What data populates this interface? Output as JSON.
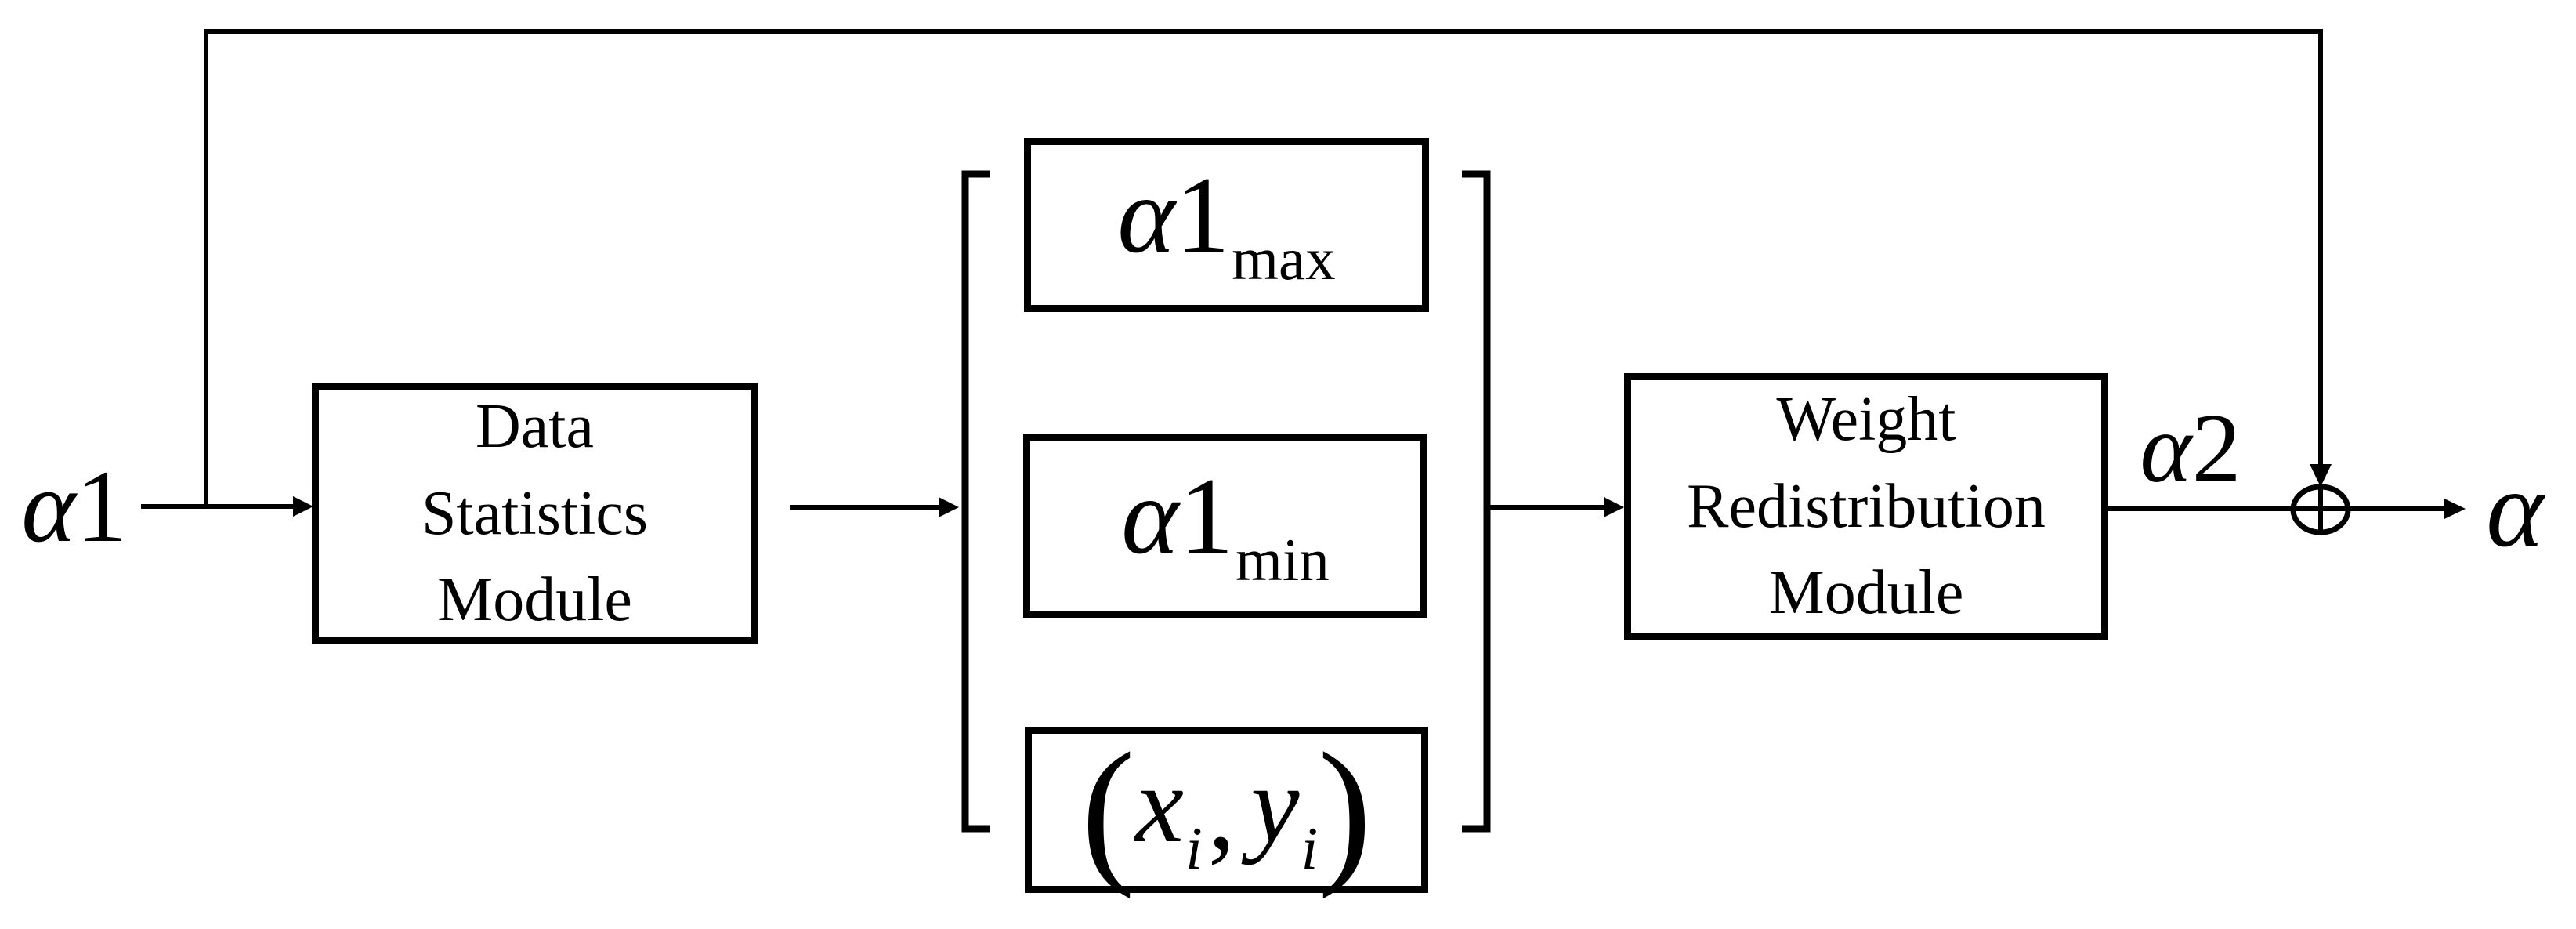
{
  "colors": {
    "ink": "#000000",
    "background": "#ffffff"
  },
  "labels": {
    "input": {
      "alpha": "α",
      "num": "1"
    },
    "intermediate": {
      "alpha": "α",
      "num": "2"
    },
    "output": {
      "alpha": "α"
    }
  },
  "modules": {
    "data_statistics": {
      "lines": [
        "Data",
        "Statistics",
        "Module"
      ]
    },
    "weight_redistribution": {
      "lines": [
        "Weight",
        "Redistribution",
        "Module"
      ]
    }
  },
  "vector_items": {
    "alpha1_max": {
      "alpha": "α",
      "num": "1",
      "subscript": "max"
    },
    "alpha1_min": {
      "alpha": "α",
      "num": "1",
      "subscript": "min"
    },
    "points": {
      "open": "(",
      "x": "x",
      "x_sub": "i",
      "comma": ",",
      "y": "y",
      "y_sub": "i",
      "close": ")"
    }
  },
  "icons": {
    "sum_junction": "circled-plus",
    "arrowheads": "solid-triangle"
  }
}
